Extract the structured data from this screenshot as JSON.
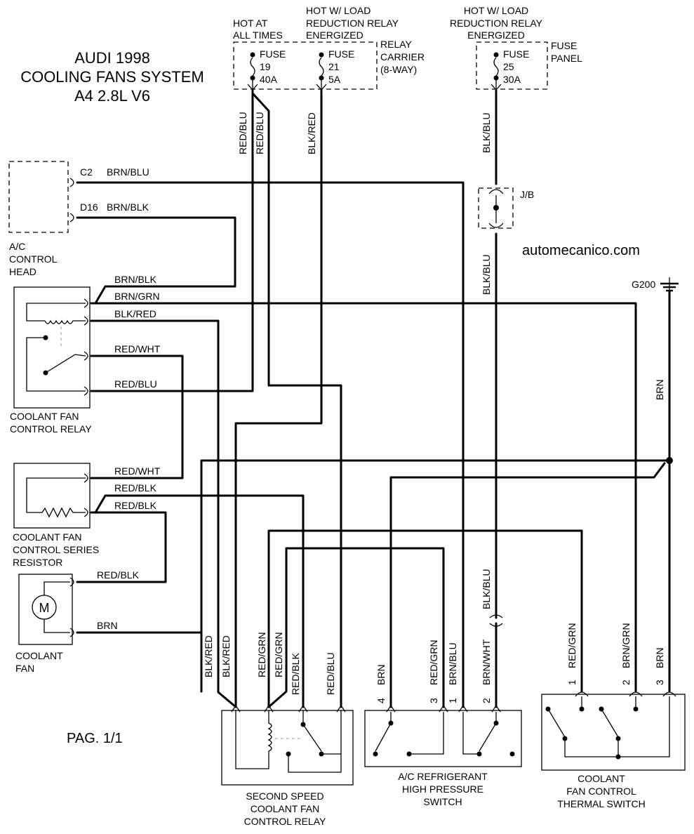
{
  "title": [
    "AUDI 1998",
    "COOLING FANS SYSTEM",
    "A4 2.8L V6"
  ],
  "watermark": "automecanico.com",
  "page": "PAG. 1/1",
  "power": {
    "hot_at_all_times": [
      "HOT AT",
      "ALL TIMES"
    ],
    "hot_relay_1": [
      "HOT W/ LOAD",
      "REDUCTION RELAY",
      "ENERGIZED"
    ],
    "hot_relay_2": [
      "HOT W/ LOAD",
      "REDUCTION RELAY",
      "ENERGIZED"
    ],
    "relay_carrier": [
      "RELAY",
      "CARRIER",
      "(8-WAY)"
    ],
    "fuse_panel": [
      "FUSE",
      "PANEL"
    ],
    "fuses": [
      {
        "name": "FUSE",
        "number": "19",
        "rating": "40A"
      },
      {
        "name": "FUSE",
        "number": "21",
        "rating": "5A"
      },
      {
        "name": "FUSE",
        "number": "25",
        "rating": "30A"
      }
    ]
  },
  "connectors": {
    "jb": "J/B",
    "ground": "G200",
    "c2": "C2",
    "d16": "D16"
  },
  "components": {
    "ac_control_head": [
      "A/C",
      "CONTROL",
      "HEAD"
    ],
    "coolant_fan_control_relay": [
      "COOLANT FAN",
      "CONTROL RELAY"
    ],
    "series_resistor": [
      "COOLANT FAN",
      "CONTROL SERIES",
      "RESISTOR"
    ],
    "motor_symbol": "M",
    "coolant_fan": [
      "COOLANT",
      "FAN"
    ],
    "second_speed_relay": [
      "SECOND SPEED",
      "COOLANT FAN",
      "CONTROL RELAY"
    ],
    "ac_pressure_switch": [
      "A/C REFRIGERANT",
      "HIGH PRESSURE",
      "SWITCH"
    ],
    "thermal_switch": [
      "COOLANT",
      "FAN CONTROL",
      "THERMAL SWITCH"
    ]
  },
  "wires": {
    "fuse19_out_1": "RED/BLU",
    "fuse19_out_2": "RED/BLU",
    "fuse21_out": "BLK/RED",
    "fuse25_out": "BLK/BLU",
    "jb_out": "BLK/BLU",
    "c2": "BRN/BLU",
    "d16": "BRN/BLK",
    "relay_1": "BRN/BLK",
    "relay_2": "BRN/GRN",
    "relay_3": "BLK/RED",
    "relay_4": "RED/WHT",
    "relay_5": "RED/BLU",
    "resistor_1": "RED/WHT",
    "resistor_2": "RED/BLK",
    "resistor_3": "RED/BLK",
    "fan_1": "RED/BLK",
    "fan_2": "BRN",
    "ground": "BRN",
    "ss_1": "BLK/RED",
    "ss_2": "BLK/RED",
    "ss_3": "RED/GRN",
    "ss_4": "RED/GRN",
    "ss_5": "RED/BLK",
    "ss_6": "RED/BLU",
    "ac_1": "BRN",
    "ac_2": "RED/GRN",
    "ac_3": "BRN/BLU",
    "ac_4": "BRN/WHT",
    "ac_in": "BLK/BLU",
    "ts_1": "RED/GRN",
    "ts_2": "BRN/GRN",
    "ts_3": "BRN"
  },
  "pins": {
    "ac_4": "4",
    "ac_3": "3",
    "ac_1": "1",
    "ac_2": "2",
    "ts_1": "1",
    "ts_2": "2",
    "ts_3": "3"
  }
}
